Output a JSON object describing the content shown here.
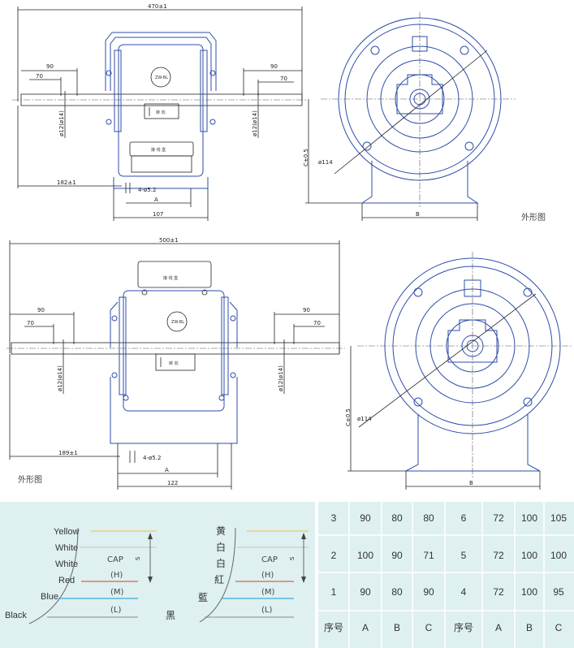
{
  "drawing1": {
    "overall_width": "470±1",
    "left_90": "90",
    "left_70": "70",
    "right_90": "90",
    "right_70": "70",
    "shaft_left": "ø12(ø14)",
    "shaft_right": "ø12(ø14)",
    "offset": "182±1",
    "holes": "4-ø5.2",
    "a": "A",
    "base": "107",
    "plate_top": "ZW-BL",
    "plate_arrow": "转 向",
    "plate_box": "接 线 盒",
    "side_c": "C±0.5",
    "side_d": "ø114",
    "side_b": "B",
    "caption": "外形图"
  },
  "drawing2": {
    "overall_width": "500±1",
    "left_90": "90",
    "left_70": "70",
    "right_90": "90",
    "right_70": "70",
    "shaft_left": "ø12(ø14)",
    "shaft_right": "ø12(ø14)",
    "offset": "189±1",
    "holes": "4-ø5.2",
    "a": "A",
    "base": "122",
    "plate_top": "ZW-BL",
    "plate_arrow": "转 向",
    "plate_box": "接 线 盒",
    "side_c": "C±0.5",
    "side_d": "ø114",
    "side_b": "B",
    "caption": "外形图"
  },
  "wiring_en": {
    "wires": [
      "Yellow",
      "White",
      "White",
      "Red",
      "Blue",
      "Black"
    ],
    "cap": "CAP",
    "h": "(H)",
    "m": "(M)",
    "l": "(L)",
    "s": "S"
  },
  "wiring_zh": {
    "wires": [
      "黄",
      "白",
      "白",
      "紅",
      "藍",
      "黑"
    ],
    "cap": "CAP",
    "h": "(H)",
    "m": "(M)",
    "l": "(L)",
    "s": "S"
  },
  "colors": {
    "yellow": "#e8c86a",
    "red": "#d8664a",
    "blue": "#3fa8d8",
    "panel": "#dff0f0",
    "drawing": "#2e4da8"
  },
  "table": {
    "rows": [
      [
        "3",
        "90",
        "80",
        "80",
        "6",
        "72",
        "100",
        "105"
      ],
      [
        "2",
        "100",
        "90",
        "71",
        "5",
        "72",
        "100",
        "100"
      ],
      [
        "1",
        "90",
        "80",
        "90",
        "4",
        "72",
        "100",
        "95"
      ],
      [
        "序号",
        "A",
        "B",
        "C",
        "序号",
        "A",
        "B",
        "C"
      ]
    ]
  }
}
